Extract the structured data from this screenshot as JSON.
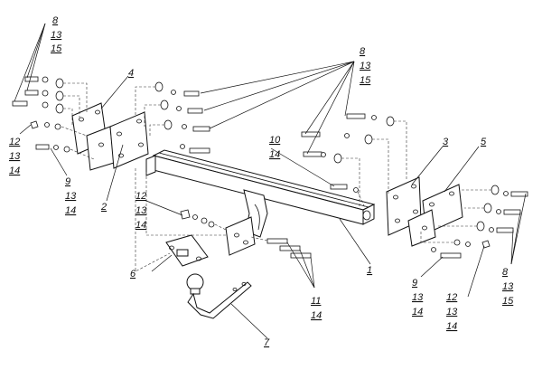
{
  "labels": {
    "top_left_group": [
      "8",
      "13",
      "15"
    ],
    "top_center_group": [
      "8",
      "13",
      "15"
    ],
    "left_group_12": [
      "12",
      "13",
      "14"
    ],
    "left_group_9": [
      "9",
      "13",
      "14"
    ],
    "center_group_12": [
      "12",
      "13",
      "14"
    ],
    "center_group_10": [
      "10",
      "14"
    ],
    "center_group_11": [
      "11",
      "14"
    ],
    "right_group_9": [
      "9",
      "13",
      "14"
    ],
    "right_group_12": [
      "12",
      "13",
      "14"
    ],
    "right_group_8": [
      "8",
      "13",
      "15"
    ],
    "part_1": "1",
    "part_2": "2",
    "part_3": "3",
    "part_4": "4",
    "part_5": "5",
    "part_6": "6",
    "part_7": "7"
  }
}
